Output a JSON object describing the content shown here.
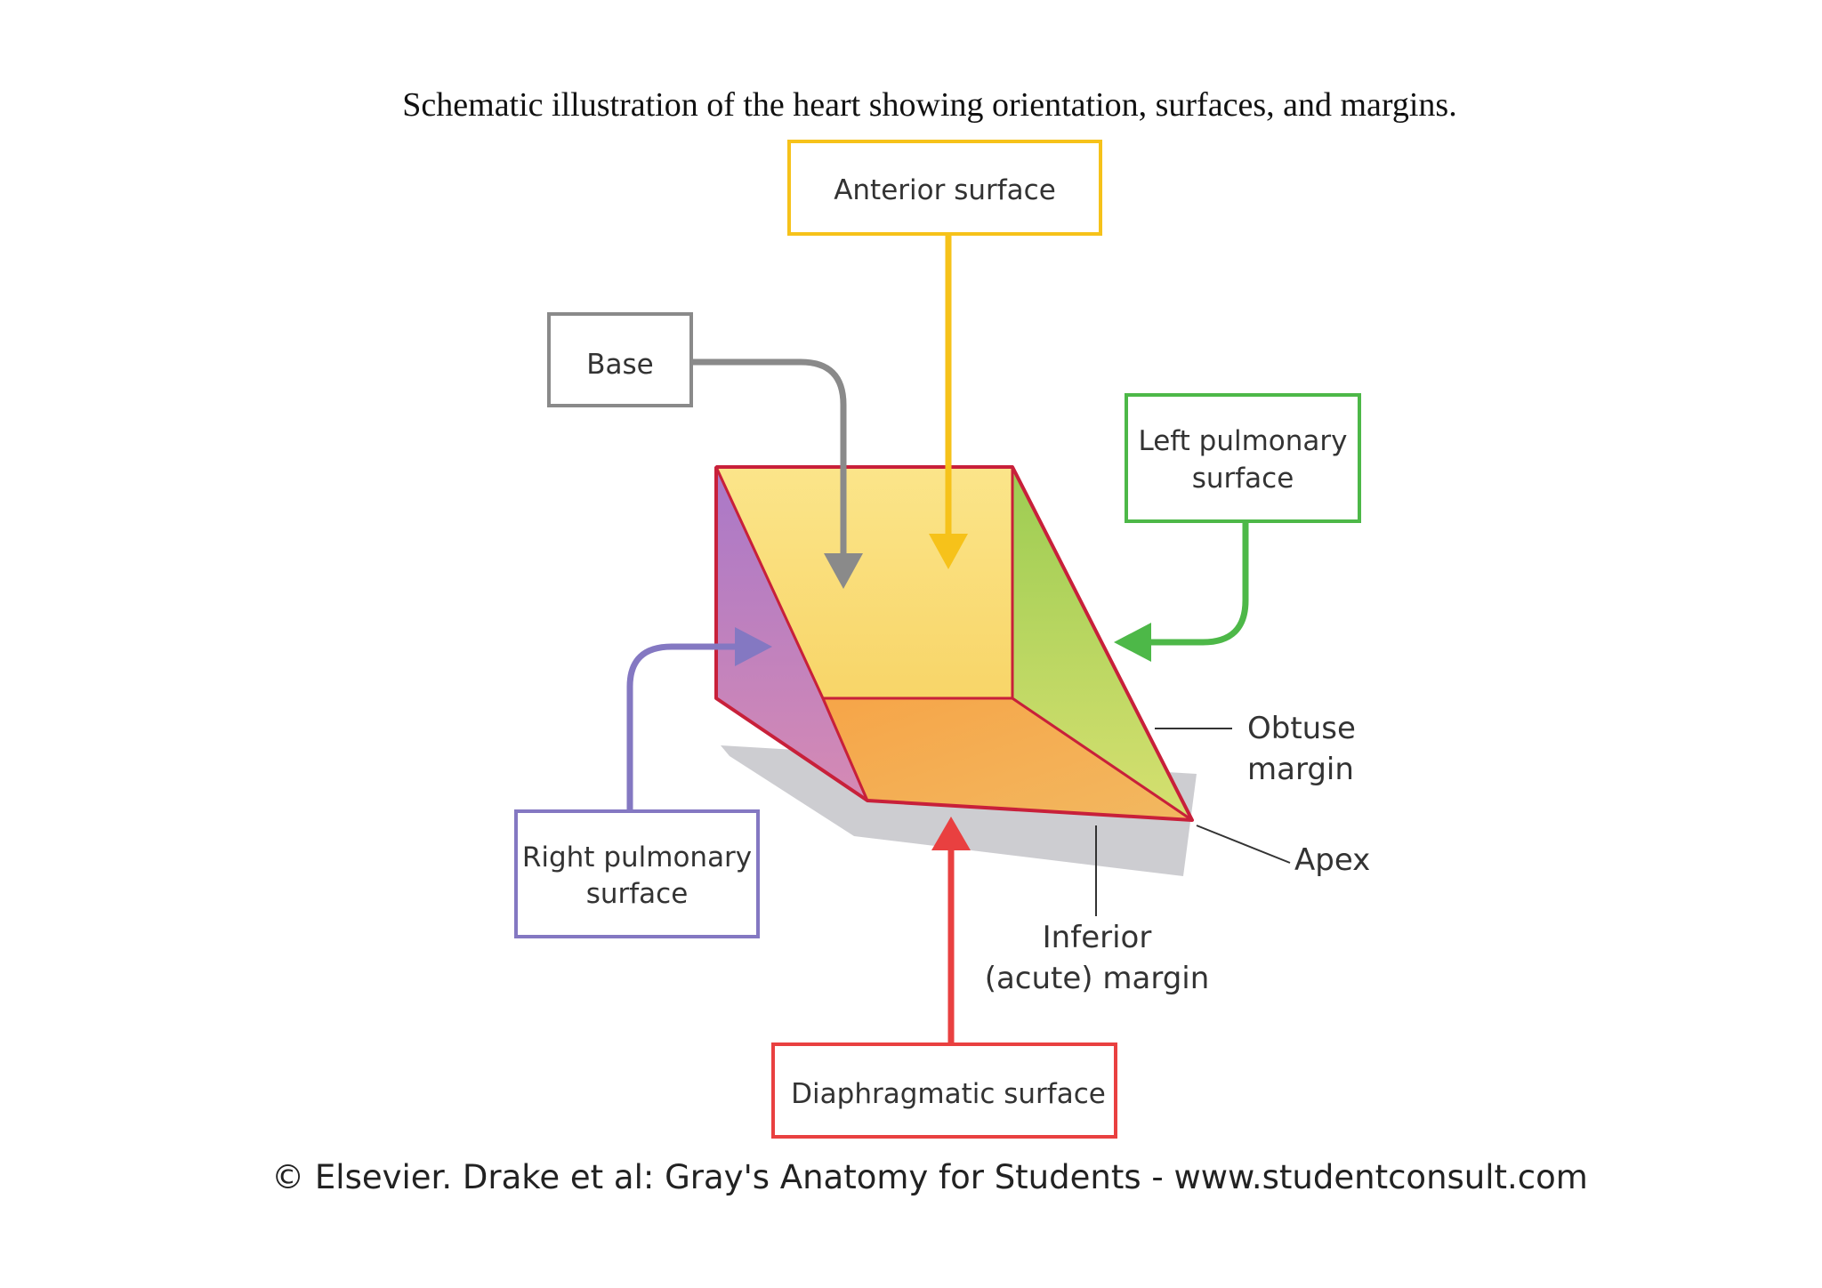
{
  "title": "Schematic illustration of the heart showing orientation, surfaces, and margins.",
  "labels": {
    "anterior_surface": "Anterior surface",
    "base": "Base",
    "left_pulmonary_line1": "Left pulmonary",
    "left_pulmonary_line2": "surface",
    "right_pulmonary_line1": "Right pulmonary",
    "right_pulmonary_line2": "surface",
    "diaphragmatic_surface": "Diaphragmatic surface",
    "obtuse_line1": "Obtuse",
    "obtuse_line2": "margin",
    "apex": "Apex",
    "inferior_line1": "Inferior",
    "inferior_line2": "(acute) margin"
  },
  "colors": {
    "anterior": "#f6c21a",
    "base": "#8a8a8a",
    "left_pulmonary": "#4db848",
    "right_pulmonary": "#8478c2",
    "diaphragmatic": "#e94040"
  },
  "credit": "© Elsevier. Drake et al: Gray's Anatomy for Students - www.studentconsult.com"
}
